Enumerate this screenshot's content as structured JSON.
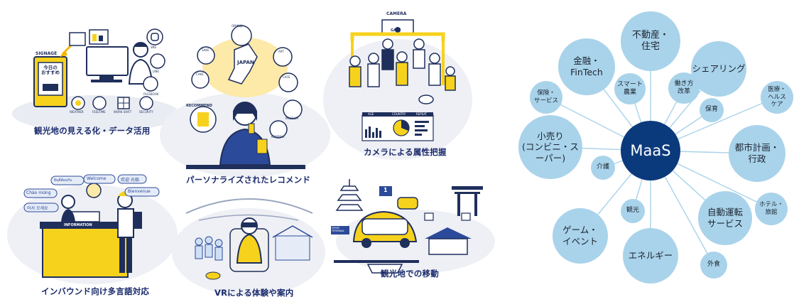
{
  "panels": {
    "p1": {
      "caption": "観光地の見える化・データ活用",
      "signage_label": "SIGNAGE",
      "signage_text": "今日の\nおすすめ",
      "icon_labels": [
        "WEATHER",
        "FEELTIME",
        "WORK SHIFT",
        "SECURITY"
      ],
      "side_labels": [
        "SNS",
        "LINE",
        "FACEBOOK"
      ]
    },
    "p2": {
      "caption": "パーソナライズされたレコメンド",
      "map_label": "JAPAN",
      "recommend_label": "RECOMMEND",
      "spot_labels": [
        "OMIKUJI",
        "ART",
        "CAFE",
        "MUSEUM",
        "KOMINKA",
        "SAKE",
        "CAKE"
      ]
    },
    "p3": {
      "caption": "カメラによる属性把握",
      "camera_label": "CAMERA",
      "gate_label": "GATE",
      "table_headers": [
        "AGE",
        "COUNTRY",
        "REPEAT"
      ]
    },
    "p4": {
      "caption": "インバウンド向け多言語対応",
      "info_label": "INFORMATION",
      "greetings": [
        "Welcome",
        "ยินดีต้อนรับ",
        "欢迎 光临",
        "Chào mừng",
        "Bienvenue",
        "어서 오세요"
      ]
    },
    "p5": {
      "caption": "VRによる体験や案内"
    },
    "p6": {
      "caption": "観光地での移動",
      "ferry_label": "FERRY TERMINAL",
      "sign_number": "1"
    }
  },
  "diagram": {
    "hub": "MaaS",
    "nodes": [
      {
        "id": "realestate",
        "label": "不動産・\n住宅"
      },
      {
        "id": "fintech",
        "label": "金融・\nFinTech"
      },
      {
        "id": "sharing",
        "label": "シェアリング"
      },
      {
        "id": "smartagri",
        "label": "スマート\n農業"
      },
      {
        "id": "workstyle",
        "label": "働き方\n改革"
      },
      {
        "id": "insurance",
        "label": "保険・\nサービス"
      },
      {
        "id": "medical",
        "label": "医療・\nヘルス\nケア"
      },
      {
        "id": "childcare",
        "label": "保育"
      },
      {
        "id": "retail",
        "label": "小売り\n(コンビニ・スーパー)"
      },
      {
        "id": "urban",
        "label": "都市計画・\n行政"
      },
      {
        "id": "nursing",
        "label": "介護"
      },
      {
        "id": "hotel",
        "label": "ホテル・\n旅館"
      },
      {
        "id": "tourism",
        "label": "観光"
      },
      {
        "id": "autonomous",
        "label": "自動運転\nサービス"
      },
      {
        "id": "game",
        "label": "ゲーム・\nイベント"
      },
      {
        "id": "energy",
        "label": "エネルギー"
      },
      {
        "id": "dining",
        "label": "外食"
      }
    ]
  },
  "colors": {
    "bubble": "#a9d3ea",
    "hub": "#0b3a7c",
    "caption": "#1a2a6c",
    "accent_yellow": "#f7d21c",
    "line_art": "#1f2f5c"
  }
}
